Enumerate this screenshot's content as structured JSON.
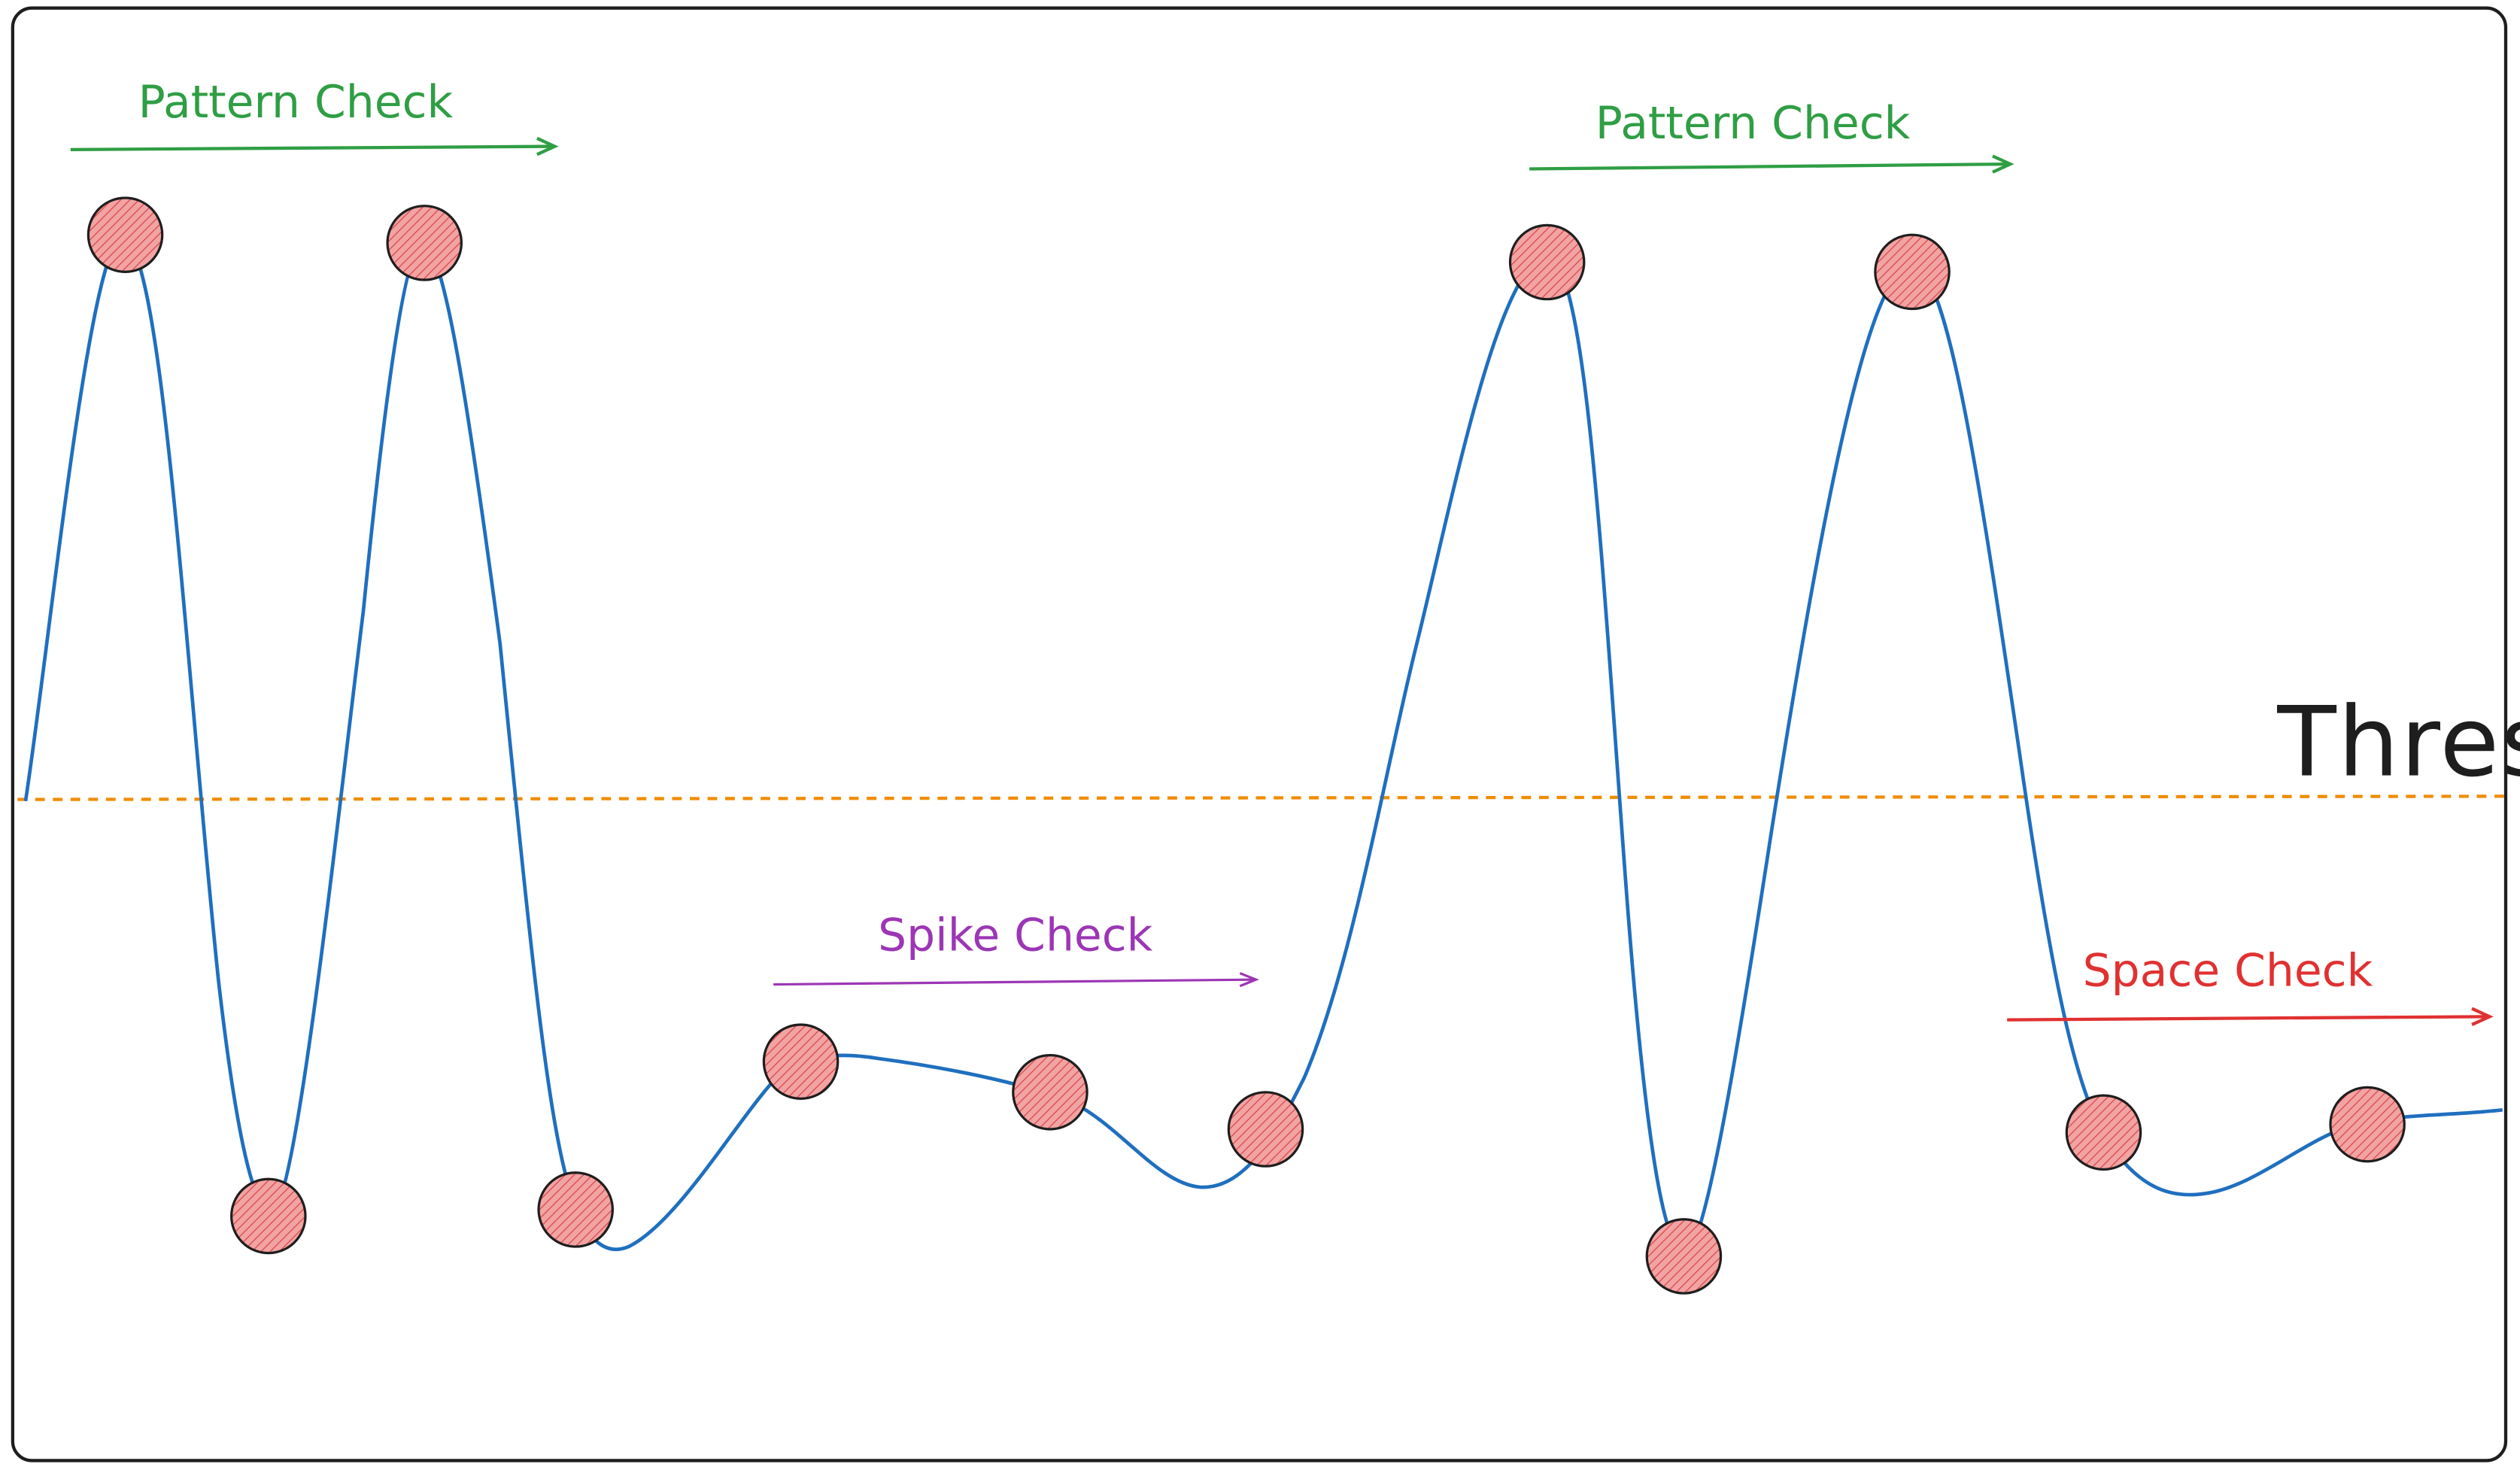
{
  "colors": {
    "signal": "#1f6fbf",
    "marker_fill": "#f2a3a3",
    "marker_stroke": "#1e1e1e",
    "pattern": "#2f9e44",
    "spike": "#9c36b5",
    "space": "#e03131",
    "threshold": "#f08c00",
    "threshold_label": "#1e1e1e",
    "frame": "#1e1e1e"
  },
  "labels": {
    "pattern_check_1": "Pattern Check",
    "pattern_check_2": "Pattern Check",
    "spike_check": "Spike Check",
    "space_check": "Space Check",
    "threshold": "Threshold"
  },
  "markers": [
    {
      "name": "peak-marker-1"
    },
    {
      "name": "trough-marker-1"
    },
    {
      "name": "peak-marker-2"
    },
    {
      "name": "trough-marker-2"
    },
    {
      "name": "bump-marker-1"
    },
    {
      "name": "bump-marker-2"
    },
    {
      "name": "bump-marker-3"
    },
    {
      "name": "peak-marker-3"
    },
    {
      "name": "trough-marker-3"
    },
    {
      "name": "peak-marker-4"
    },
    {
      "name": "tail-marker-1"
    },
    {
      "name": "tail-marker-2"
    }
  ]
}
